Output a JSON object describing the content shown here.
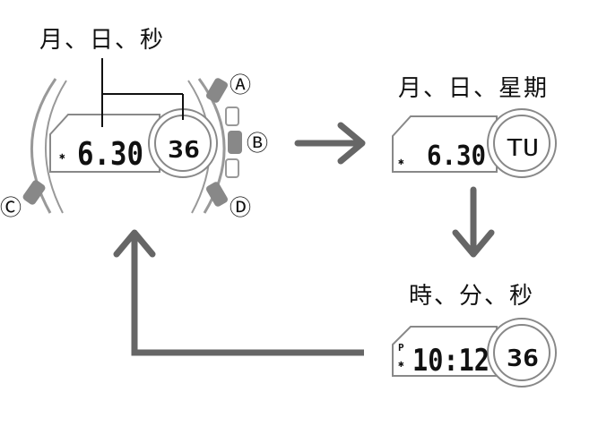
{
  "labels": {
    "watch_caption": "月、日、秒",
    "state2_caption": "月、日、星期",
    "state3_caption": "時、分、秒"
  },
  "buttons": {
    "a": "Ⓐ",
    "b": "Ⓑ",
    "c": "Ⓒ",
    "d": "Ⓓ"
  },
  "watch": {
    "date": "6.30",
    "seconds": "36"
  },
  "state2": {
    "date": "6.30",
    "weekday": "TU"
  },
  "state3": {
    "pm": "P",
    "time": "10:12",
    "seconds": "36"
  },
  "colors": {
    "arrow": "#666666",
    "outline": "#888888",
    "text": "#111111"
  },
  "icons": [
    "bluetooth-icon"
  ]
}
